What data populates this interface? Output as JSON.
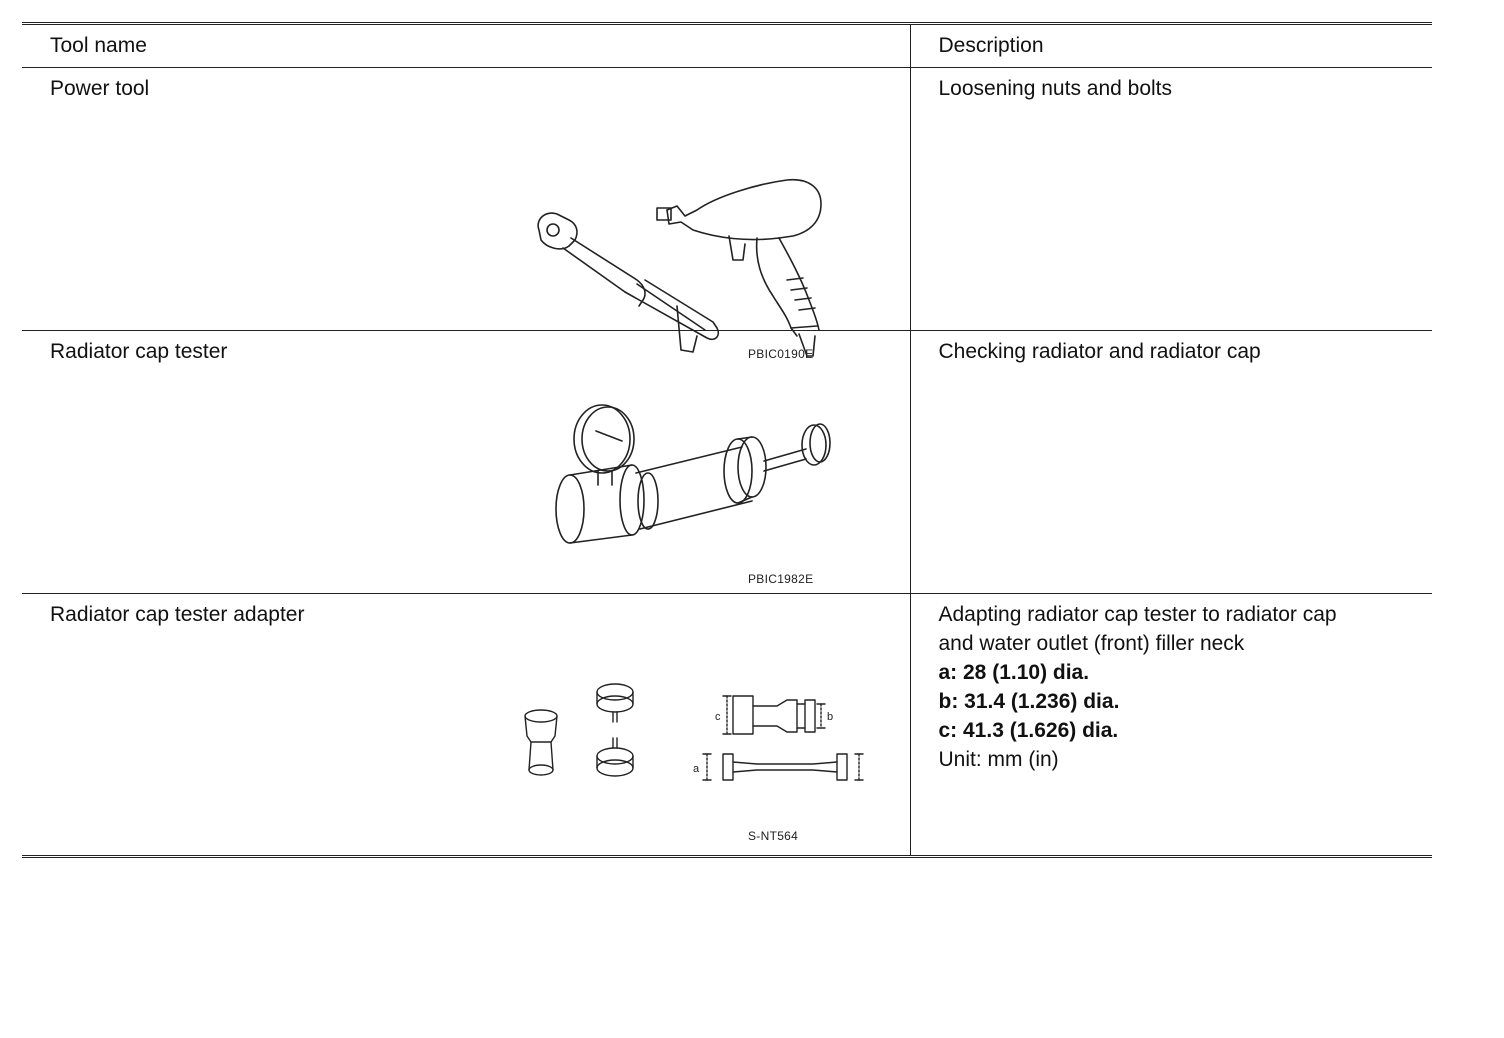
{
  "table": {
    "headers": {
      "tool_name": "Tool name",
      "description": "Description"
    },
    "rows": [
      {
        "tool_name": "Power tool",
        "figure_code": "PBIC0190E",
        "figure_icon": "power-tool-illustration",
        "description": [
          "Loosening nuts and bolts"
        ]
      },
      {
        "tool_name": "Radiator cap tester",
        "figure_code": "PBIC1982E",
        "figure_icon": "radiator-cap-tester-illustration",
        "description": [
          "Checking radiator and radiator cap"
        ]
      },
      {
        "tool_name": "Radiator cap tester adapter",
        "figure_code": "S-NT564",
        "figure_icon": "radiator-cap-tester-adapter-illustration",
        "figure_labels": {
          "a": "a",
          "b": "b",
          "c": "c"
        },
        "description": [
          "Adapting radiator cap tester to radiator cap",
          "and water outlet (front) filler neck"
        ],
        "specs": [
          "a: 28 (1.10) dia.",
          "b: 31.4 (1.236) dia.",
          "c: 41.3 (1.626) dia."
        ],
        "unit": "Unit: mm (in)"
      }
    ]
  }
}
